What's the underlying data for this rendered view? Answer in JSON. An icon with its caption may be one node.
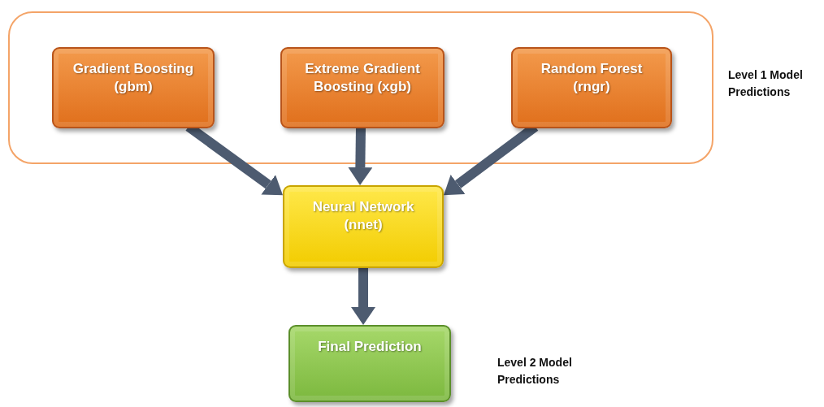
{
  "diagram": {
    "nodes": [
      {
        "text": [
          "Level 1 Model Predictions"
        ]
      },
      {
        "text": [
          "Gradient Boosting (gbm)"
        ],
        "in": 0
      },
      {
        "text": [
          "Extreme Gradient Boosting (xgb)"
        ],
        "in": 0
      },
      {
        "text": [
          "Random Forest (rngr)"
        ],
        "in": 0
      },
      {
        "text": [
          "Neural Network (nnet)"
        ]
      },
      {
        "text": [
          "Final Prediction"
        ]
      }
    ],
    "edges": [
      {
        "from": 1,
        "to": 4,
        "arrow": "to"
      },
      {
        "from": 2,
        "to": 4,
        "arrow": "to"
      },
      {
        "from": 3,
        "to": 4,
        "arrow": "to"
      },
      {
        "from": 4,
        "to": 5,
        "arrow": "to"
      }
    ],
    "labels": [
      "Level 2 Model Predictions"
    ]
  }
}
